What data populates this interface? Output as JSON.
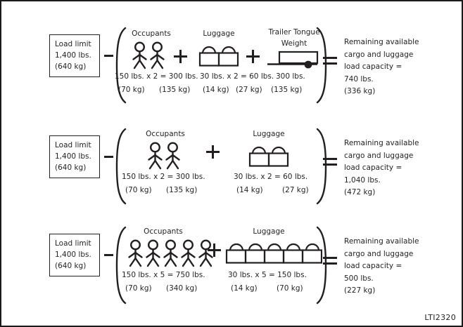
{
  "figure": {
    "code": "LTI2320",
    "ink_color": "#231f20",
    "background": "#ffffff"
  },
  "rows": [
    {
      "id": "row-1",
      "load_limit": {
        "title": "Load limit",
        "lbs": "1,400 lbs.",
        "kg": "(640 kg)"
      },
      "minus_symbol": "—",
      "groups": [
        {
          "name": "occupants",
          "label": "Occupants",
          "icon": "stick-figure",
          "count": 2,
          "calc_lbs": "150 lbs. x 2 = 300 lbs.",
          "calc_kg_unit": "(70 kg)",
          "calc_kg_total": "(135 kg)"
        },
        {
          "name": "luggage",
          "label": "Luggage",
          "icon": "suitcase",
          "count": 2,
          "calc_lbs": "30 lbs. x 2 = 60 lbs.",
          "calc_kg_unit": "(14 kg)",
          "calc_kg_total": "(27 kg)"
        },
        {
          "name": "trailer-tongue-weight",
          "label_line1": "Trailer Tongue",
          "label_line2": "Weight",
          "icon": "trailer-tongue",
          "calc_lbs": "300 lbs.",
          "calc_kg_total": "(135 kg)"
        }
      ],
      "plus_symbol": "+",
      "equals_symbol": "=",
      "result": {
        "line1": "Remaining available",
        "line2": "cargo and luggage",
        "line3": "load capacity =",
        "line4": "740 lbs.",
        "line5": "(336 kg)"
      }
    },
    {
      "id": "row-2",
      "load_limit": {
        "title": "Load limit",
        "lbs": "1,400 lbs.",
        "kg": "(640 kg)"
      },
      "minus_symbol": "—",
      "groups": [
        {
          "name": "occupants",
          "label": "Occupants",
          "icon": "stick-figure",
          "count": 2,
          "calc_lbs": "150 lbs. x 2 = 300 lbs.",
          "calc_kg_unit": "(70 kg)",
          "calc_kg_total": "(135 kg)"
        },
        {
          "name": "luggage",
          "label": "Luggage",
          "icon": "suitcase",
          "count": 2,
          "calc_lbs": "30 lbs. x 2 = 60 lbs.",
          "calc_kg_unit": "(14 kg)",
          "calc_kg_total": "(27 kg)"
        }
      ],
      "plus_symbol": "+",
      "equals_symbol": "=",
      "result": {
        "line1": "Remaining available",
        "line2": "cargo and luggage",
        "line3": "load capacity =",
        "line4": "1,040 lbs.",
        "line5": "(472 kg)"
      }
    },
    {
      "id": "row-3",
      "load_limit": {
        "title": "Load limit",
        "lbs": "1,400 lbs.",
        "kg": "(640 kg)"
      },
      "minus_symbol": "—",
      "groups": [
        {
          "name": "occupants",
          "label": "Occupants",
          "icon": "stick-figure",
          "count": 5,
          "calc_lbs": "150 lbs. x 5 = 750 lbs.",
          "calc_kg_unit": "(70 kg)",
          "calc_kg_total": "(340 kg)"
        },
        {
          "name": "luggage",
          "label": "Luggage",
          "icon": "suitcase",
          "count": 5,
          "calc_lbs": "30 lbs. x 5 = 150 lbs.",
          "calc_kg_unit": "(14 kg)",
          "calc_kg_total": "(70 kg)"
        }
      ],
      "plus_symbol": "+",
      "equals_symbol": "=",
      "result": {
        "line1": "Remaining available",
        "line2": "cargo and luggage",
        "line3": "load capacity =",
        "line4": "500 lbs.",
        "line5": "(227 kg)"
      }
    }
  ]
}
